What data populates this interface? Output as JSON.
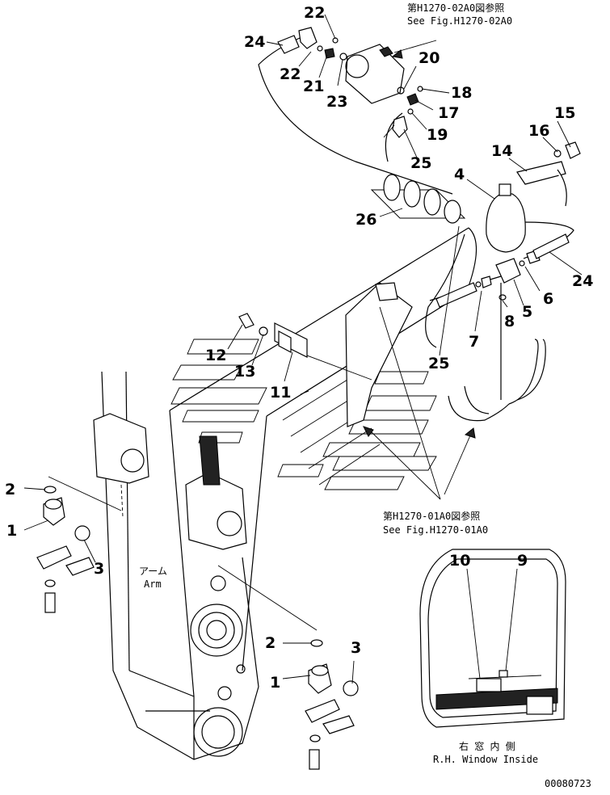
{
  "callouts": [
    {
      "id": "c22a",
      "label": "22"
    },
    {
      "id": "c24a",
      "label": "24"
    },
    {
      "id": "c22b",
      "label": "22"
    },
    {
      "id": "c21",
      "label": "21"
    },
    {
      "id": "c23",
      "label": "23"
    },
    {
      "id": "c20",
      "label": "20"
    },
    {
      "id": "c18",
      "label": "18"
    },
    {
      "id": "c17",
      "label": "17"
    },
    {
      "id": "c19",
      "label": "19"
    },
    {
      "id": "c25a",
      "label": "25"
    },
    {
      "id": "c15",
      "label": "15"
    },
    {
      "id": "c16",
      "label": "16"
    },
    {
      "id": "c14",
      "label": "14"
    },
    {
      "id": "c4",
      "label": "4"
    },
    {
      "id": "c26",
      "label": "26"
    },
    {
      "id": "c24b",
      "label": "24"
    },
    {
      "id": "c6",
      "label": "6"
    },
    {
      "id": "c5",
      "label": "5"
    },
    {
      "id": "c8",
      "label": "8"
    },
    {
      "id": "c7",
      "label": "7"
    },
    {
      "id": "c25b",
      "label": "25"
    },
    {
      "id": "c12",
      "label": "12"
    },
    {
      "id": "c13",
      "label": "13"
    },
    {
      "id": "c11",
      "label": "11"
    },
    {
      "id": "c2a",
      "label": "2"
    },
    {
      "id": "c1a",
      "label": "1"
    },
    {
      "id": "c3a",
      "label": "3"
    },
    {
      "id": "c10",
      "label": "10"
    },
    {
      "id": "c9",
      "label": "9"
    },
    {
      "id": "c2b",
      "label": "2"
    },
    {
      "id": "c3b",
      "label": "3"
    },
    {
      "id": "c1b",
      "label": "1"
    }
  ],
  "references": {
    "top_jp": "第H1270-02A0図参照",
    "top_en": "See Fig.H1270-02A0",
    "mid_jp": "第H1270-01A0図参照",
    "mid_en": "See Fig.H1270-01A0"
  },
  "labels": {
    "arm_jp": "アーム",
    "arm_en": "Arm",
    "window_jp": "右 窓 内 側",
    "window_en": "R.H. Window Inside"
  },
  "drawing_number": "00080723"
}
